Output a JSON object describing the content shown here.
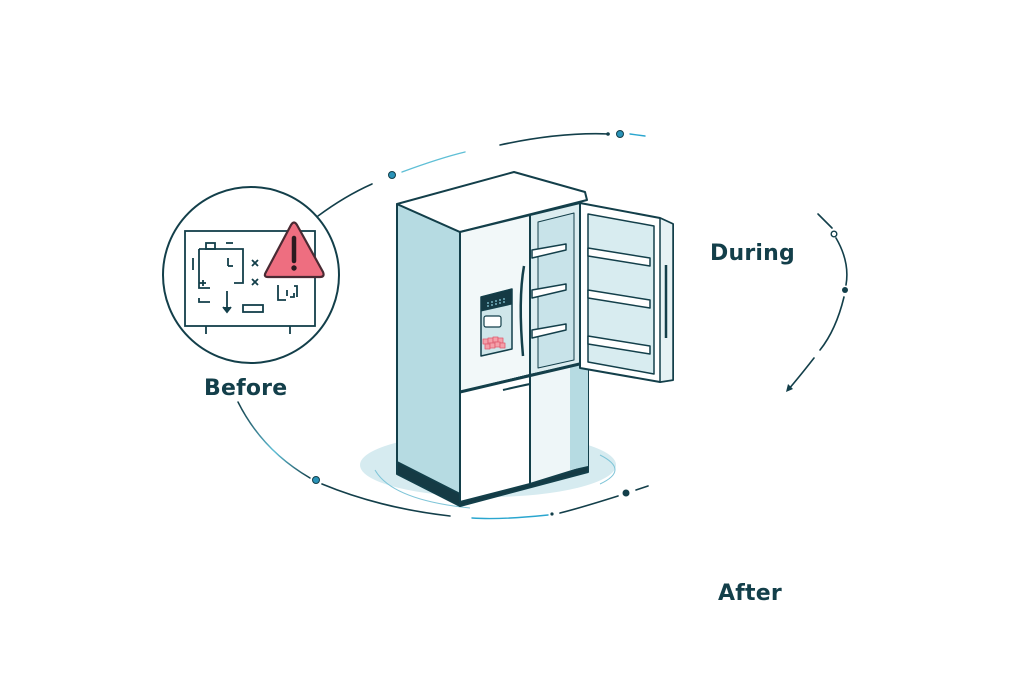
{
  "diagram": {
    "title_visible": false,
    "central_object": "french-door-refrigerator (open right door)",
    "stages": [
      {
        "id": "before",
        "label": "Before",
        "icon": "floor-plan-blueprint-icon",
        "warning": "warning-triangle-icon"
      },
      {
        "id": "during",
        "label": "During",
        "icon": "wrench-icon",
        "warning": "warning-triangle-icon",
        "background": "cracked-floor"
      },
      {
        "id": "after",
        "label": "After",
        "icon": "thermometer-icon",
        "warning": "warning-triangle-icon",
        "background": "document-sheet"
      }
    ],
    "flow": [
      "before",
      "during",
      "after",
      "before"
    ],
    "colors": {
      "outline": "#133f4a",
      "accent_blue": "#2aa6cf",
      "fridge_shade": "#b5d9e0",
      "fridge_light": "#e6f2f4",
      "warning_fill": "#ee6e80",
      "warning_stroke": "#5a2a33",
      "dot": "#1f7fa3"
    }
  }
}
